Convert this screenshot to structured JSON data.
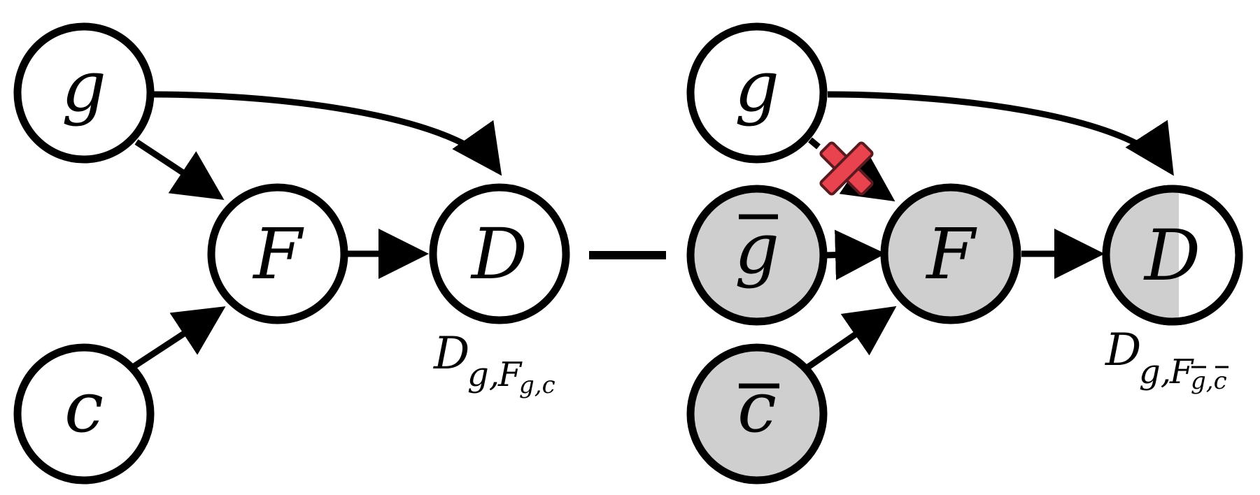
{
  "colors": {
    "stroke": "#000000",
    "node_fill": "#ffffff",
    "observed_fill": "#d0cfcf",
    "cross_fill": "#e8434f",
    "cross_outline": "#5a1a1f"
  },
  "left_graph": {
    "nodes": {
      "g": "g",
      "F": "F",
      "D": "D",
      "c": "c"
    },
    "caption": {
      "main": "D",
      "sub_a": "g,",
      "sub_b": "F",
      "sub_c": "g,c"
    }
  },
  "right_graph": {
    "nodes": {
      "g": "g",
      "g_bar": "g",
      "F": "F",
      "D": "D",
      "c_bar": "c"
    },
    "caption": {
      "main": "D",
      "sub_a": "g,",
      "sub_b": "F",
      "sub_c": "g,c"
    },
    "severed_edge_marker": "cross-icon"
  }
}
